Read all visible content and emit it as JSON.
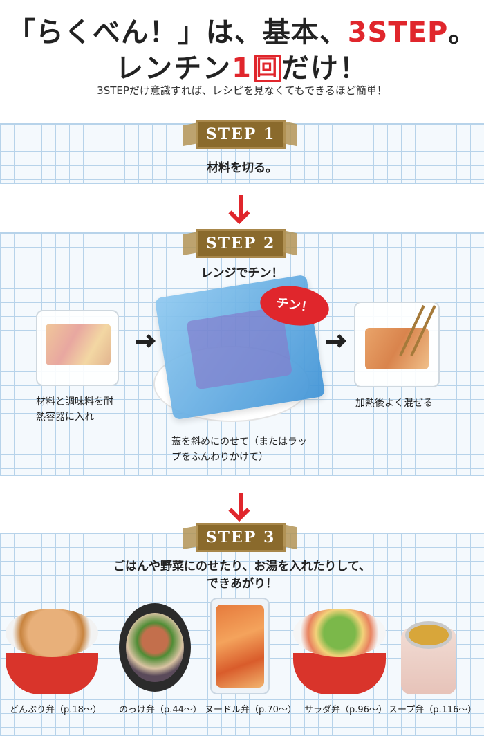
{
  "header": {
    "line1_pre": "「らくべん！」は、基本、",
    "line1_accent": "3STEP",
    "line1_post": "。",
    "line2_pre": "レンチン",
    "line2_num": "1",
    "line2_box": "回",
    "line2_post": "だけ！",
    "subtitle": "3STEPだけ意識すれば、レシピを見なくてもできるほど簡単！"
  },
  "steps": [
    {
      "tag": "STEP 1",
      "description": "材料を切る。"
    },
    {
      "tag": "STEP 2",
      "description": "レンジでチン！",
      "badge": "チン！",
      "captions": {
        "left": [
          "材料と調味料を耐",
          "熱容器に入れ"
        ],
        "center": [
          "蓋を斜めにのせて（またはラッ",
          "プをふんわりかけて）"
        ],
        "right": [
          "加熱後よく混ぜる"
        ]
      }
    },
    {
      "tag": "STEP 3",
      "description_lines": [
        "ごはんや野菜にのせたり、お湯を入れたりして、",
        "できあがり！"
      ],
      "dishes": [
        "どんぶり弁（p.18～）",
        "のっけ弁（p.44～）",
        "ヌードル弁（p.70～）",
        "サラダ弁（p.96～）",
        "スープ弁（p.116～）"
      ]
    }
  ],
  "colors": {
    "accent": "#e0262c",
    "grid_line": "#b7d3ea",
    "tag": "#8a6a2c"
  }
}
